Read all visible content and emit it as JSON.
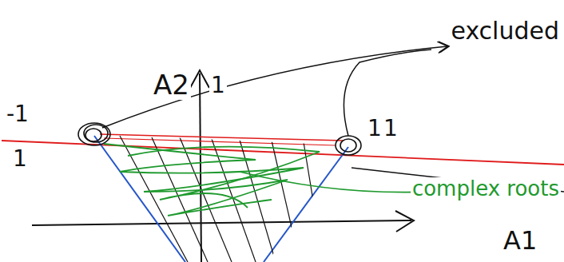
{
  "diagram": {
    "labels": [
      "A2",
      "1",
      "-1",
      "1",
      "1",
      "1",
      "excluded",
      "complex roots",
      "A1"
    ]
  }
}
